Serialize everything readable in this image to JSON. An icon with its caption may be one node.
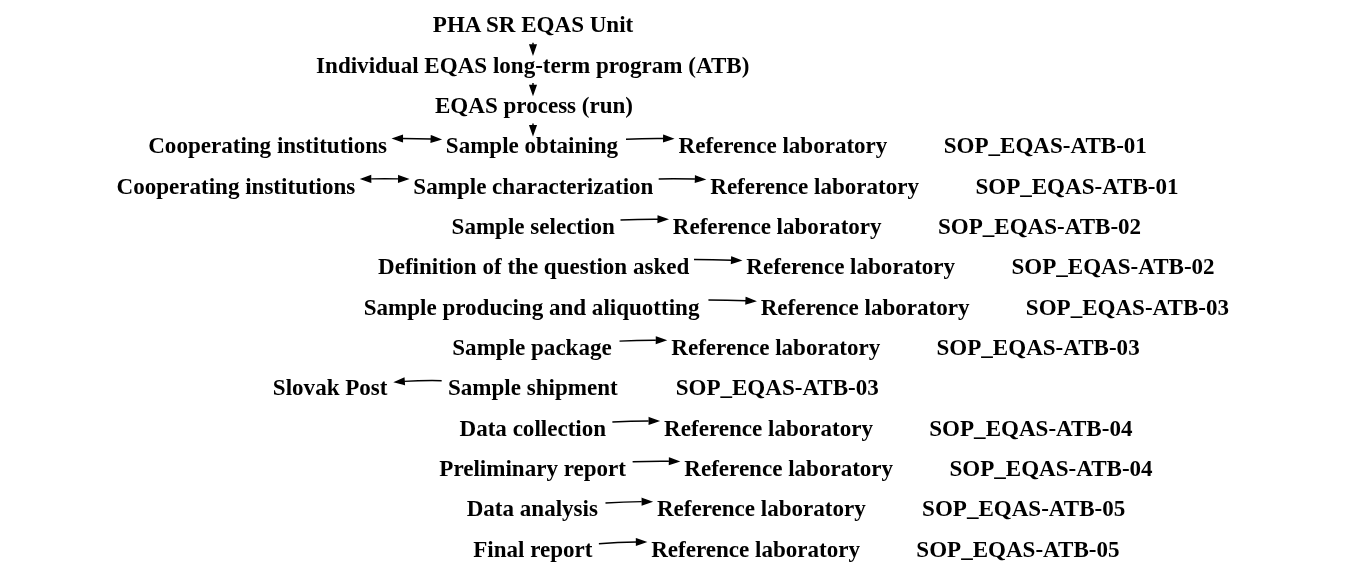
{
  "diagram": {
    "nodes": [
      {
        "text": [
          "PHA SR EQAS Unit"
        ]
      },
      {
        "text": [
          "Individual EQAS long-term program (ATB)"
        ]
      },
      {
        "text": [
          "EQAS process (run)"
        ]
      },
      {
        "text": [
          "Cooperating institutions"
        ]
      },
      {
        "text": [
          "Sample obtaining"
        ]
      },
      {
        "text": [
          "Reference laboratory"
        ]
      },
      {
        "text": [
          "Cooperating institutions"
        ]
      },
      {
        "text": [
          "Sample characterization"
        ]
      },
      {
        "text": [
          "Reference laboratory"
        ]
      },
      {
        "text": [
          "Sample selection"
        ]
      },
      {
        "text": [
          "Reference laboratory"
        ]
      },
      {
        "text": [
          "Definition of the question asked"
        ]
      },
      {
        "text": [
          "Reference laboratory"
        ]
      },
      {
        "text": [
          "Sample producing and aliquotting"
        ]
      },
      {
        "text": [
          "Reference laboratory"
        ]
      },
      {
        "text": [
          "Sample package"
        ]
      },
      {
        "text": [
          "Reference laboratory"
        ]
      },
      {
        "text": [
          "Slovak Post"
        ]
      },
      {
        "text": [
          "Sample shipment"
        ]
      },
      {
        "text": [
          "Data collection"
        ]
      },
      {
        "text": [
          "Reference laboratory"
        ]
      },
      {
        "text": [
          "Preliminary report"
        ]
      },
      {
        "text": [
          "Reference laboratory"
        ]
      },
      {
        "text": [
          "Data analysis"
        ]
      },
      {
        "text": [
          "Reference laboratory"
        ]
      },
      {
        "text": [
          "Final report"
        ]
      },
      {
        "text": [
          "Reference laboratory"
        ]
      }
    ],
    "edges": [
      {
        "from": 0,
        "to": 1,
        "arrow": "to"
      },
      {
        "from": 1,
        "to": 2,
        "arrow": "to"
      },
      {
        "from": 2,
        "to": 4,
        "arrow": "to"
      },
      {
        "from": 3,
        "to": 4,
        "arrow": "both"
      },
      {
        "from": 4,
        "to": 5,
        "arrow": "to"
      },
      {
        "from": 6,
        "to": 7,
        "arrow": "both"
      },
      {
        "from": 7,
        "to": 8,
        "arrow": "to"
      },
      {
        "from": 9,
        "to": 10,
        "arrow": "to"
      },
      {
        "from": 11,
        "to": 12,
        "arrow": "to"
      },
      {
        "from": 13,
        "to": 14,
        "arrow": "to"
      },
      {
        "from": 15,
        "to": 16,
        "arrow": "to"
      },
      {
        "from": 18,
        "to": 17,
        "arrow": "to"
      },
      {
        "from": 19,
        "to": 20,
        "arrow": "to"
      },
      {
        "from": 21,
        "to": 22,
        "arrow": "to"
      },
      {
        "from": 23,
        "to": 24,
        "arrow": "to"
      },
      {
        "from": 25,
        "to": 26,
        "arrow": "to"
      }
    ],
    "labels": [
      "SOP_EQAS-ATB-01",
      "SOP_EQAS-ATB-01",
      "SOP_EQAS-ATB-02",
      "SOP_EQAS-ATB-02",
      "SOP_EQAS-ATB-03",
      "SOP_EQAS-ATB-03",
      "SOP_EQAS-ATB-03",
      "SOP_EQAS-ATB-04",
      "SOP_EQAS-ATB-04",
      "SOP_EQAS-ATB-05",
      "SOP_EQAS-ATB-05"
    ]
  }
}
